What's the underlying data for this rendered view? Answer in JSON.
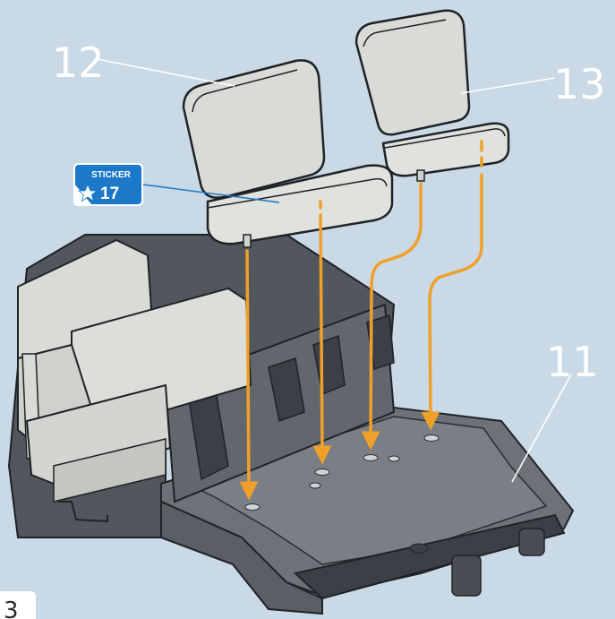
{
  "parts": {
    "part_12": "12",
    "part_13": "13",
    "part_11": "11"
  },
  "sticker": {
    "label": "STICKER",
    "number": "17",
    "icon": "star-icon"
  },
  "page_number": "3",
  "colors": {
    "background": "#c9d9e6",
    "seat": "#d9dbd6",
    "seat_shadow": "#b8bbb5",
    "chassis": "#5a5f66",
    "chassis_dark": "#3c4046",
    "arrow": "#f0a02a",
    "sticker": "#1c78c8"
  }
}
